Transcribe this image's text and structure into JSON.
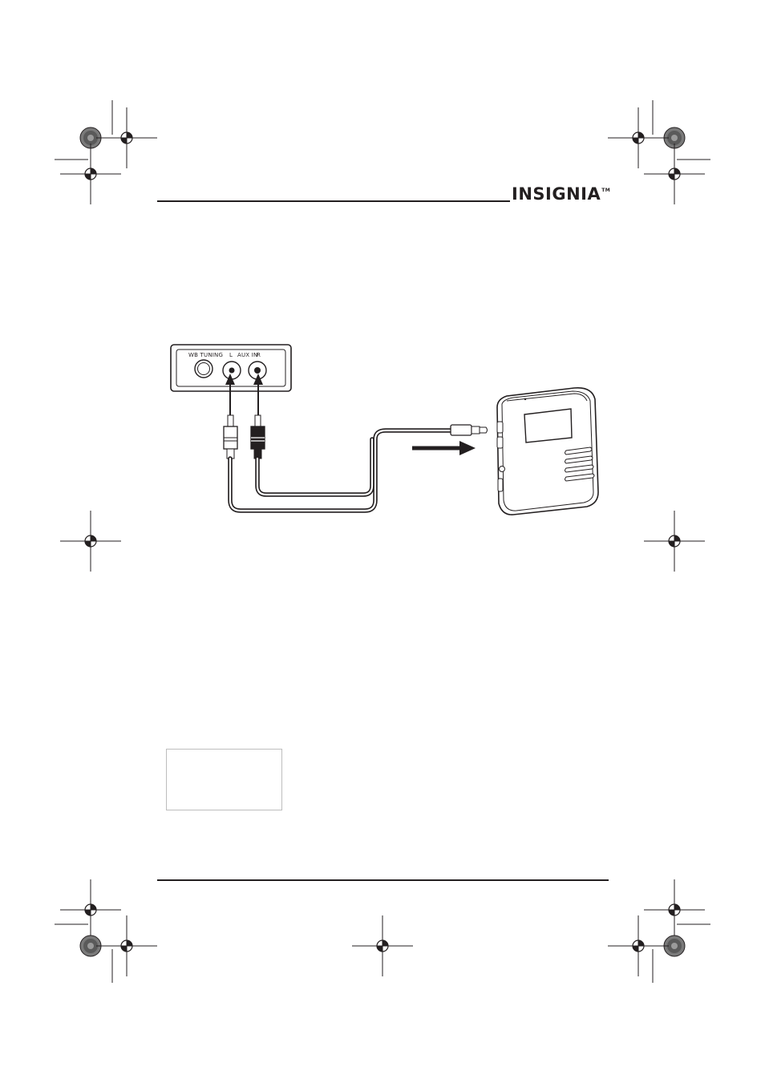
{
  "header": {
    "logo_text": "INSIGNIA",
    "logo_tm": "TM"
  },
  "diagram": {
    "panel_label_wb": "WB TUNING",
    "panel_label_l": "L",
    "panel_label_aux": "AUX IN",
    "panel_label_r": "R"
  },
  "caution": {
    "icon": "warning-triangle-icon"
  },
  "colors": {
    "ink": "#231f20",
    "registration_fill": "#6d6d6d"
  }
}
